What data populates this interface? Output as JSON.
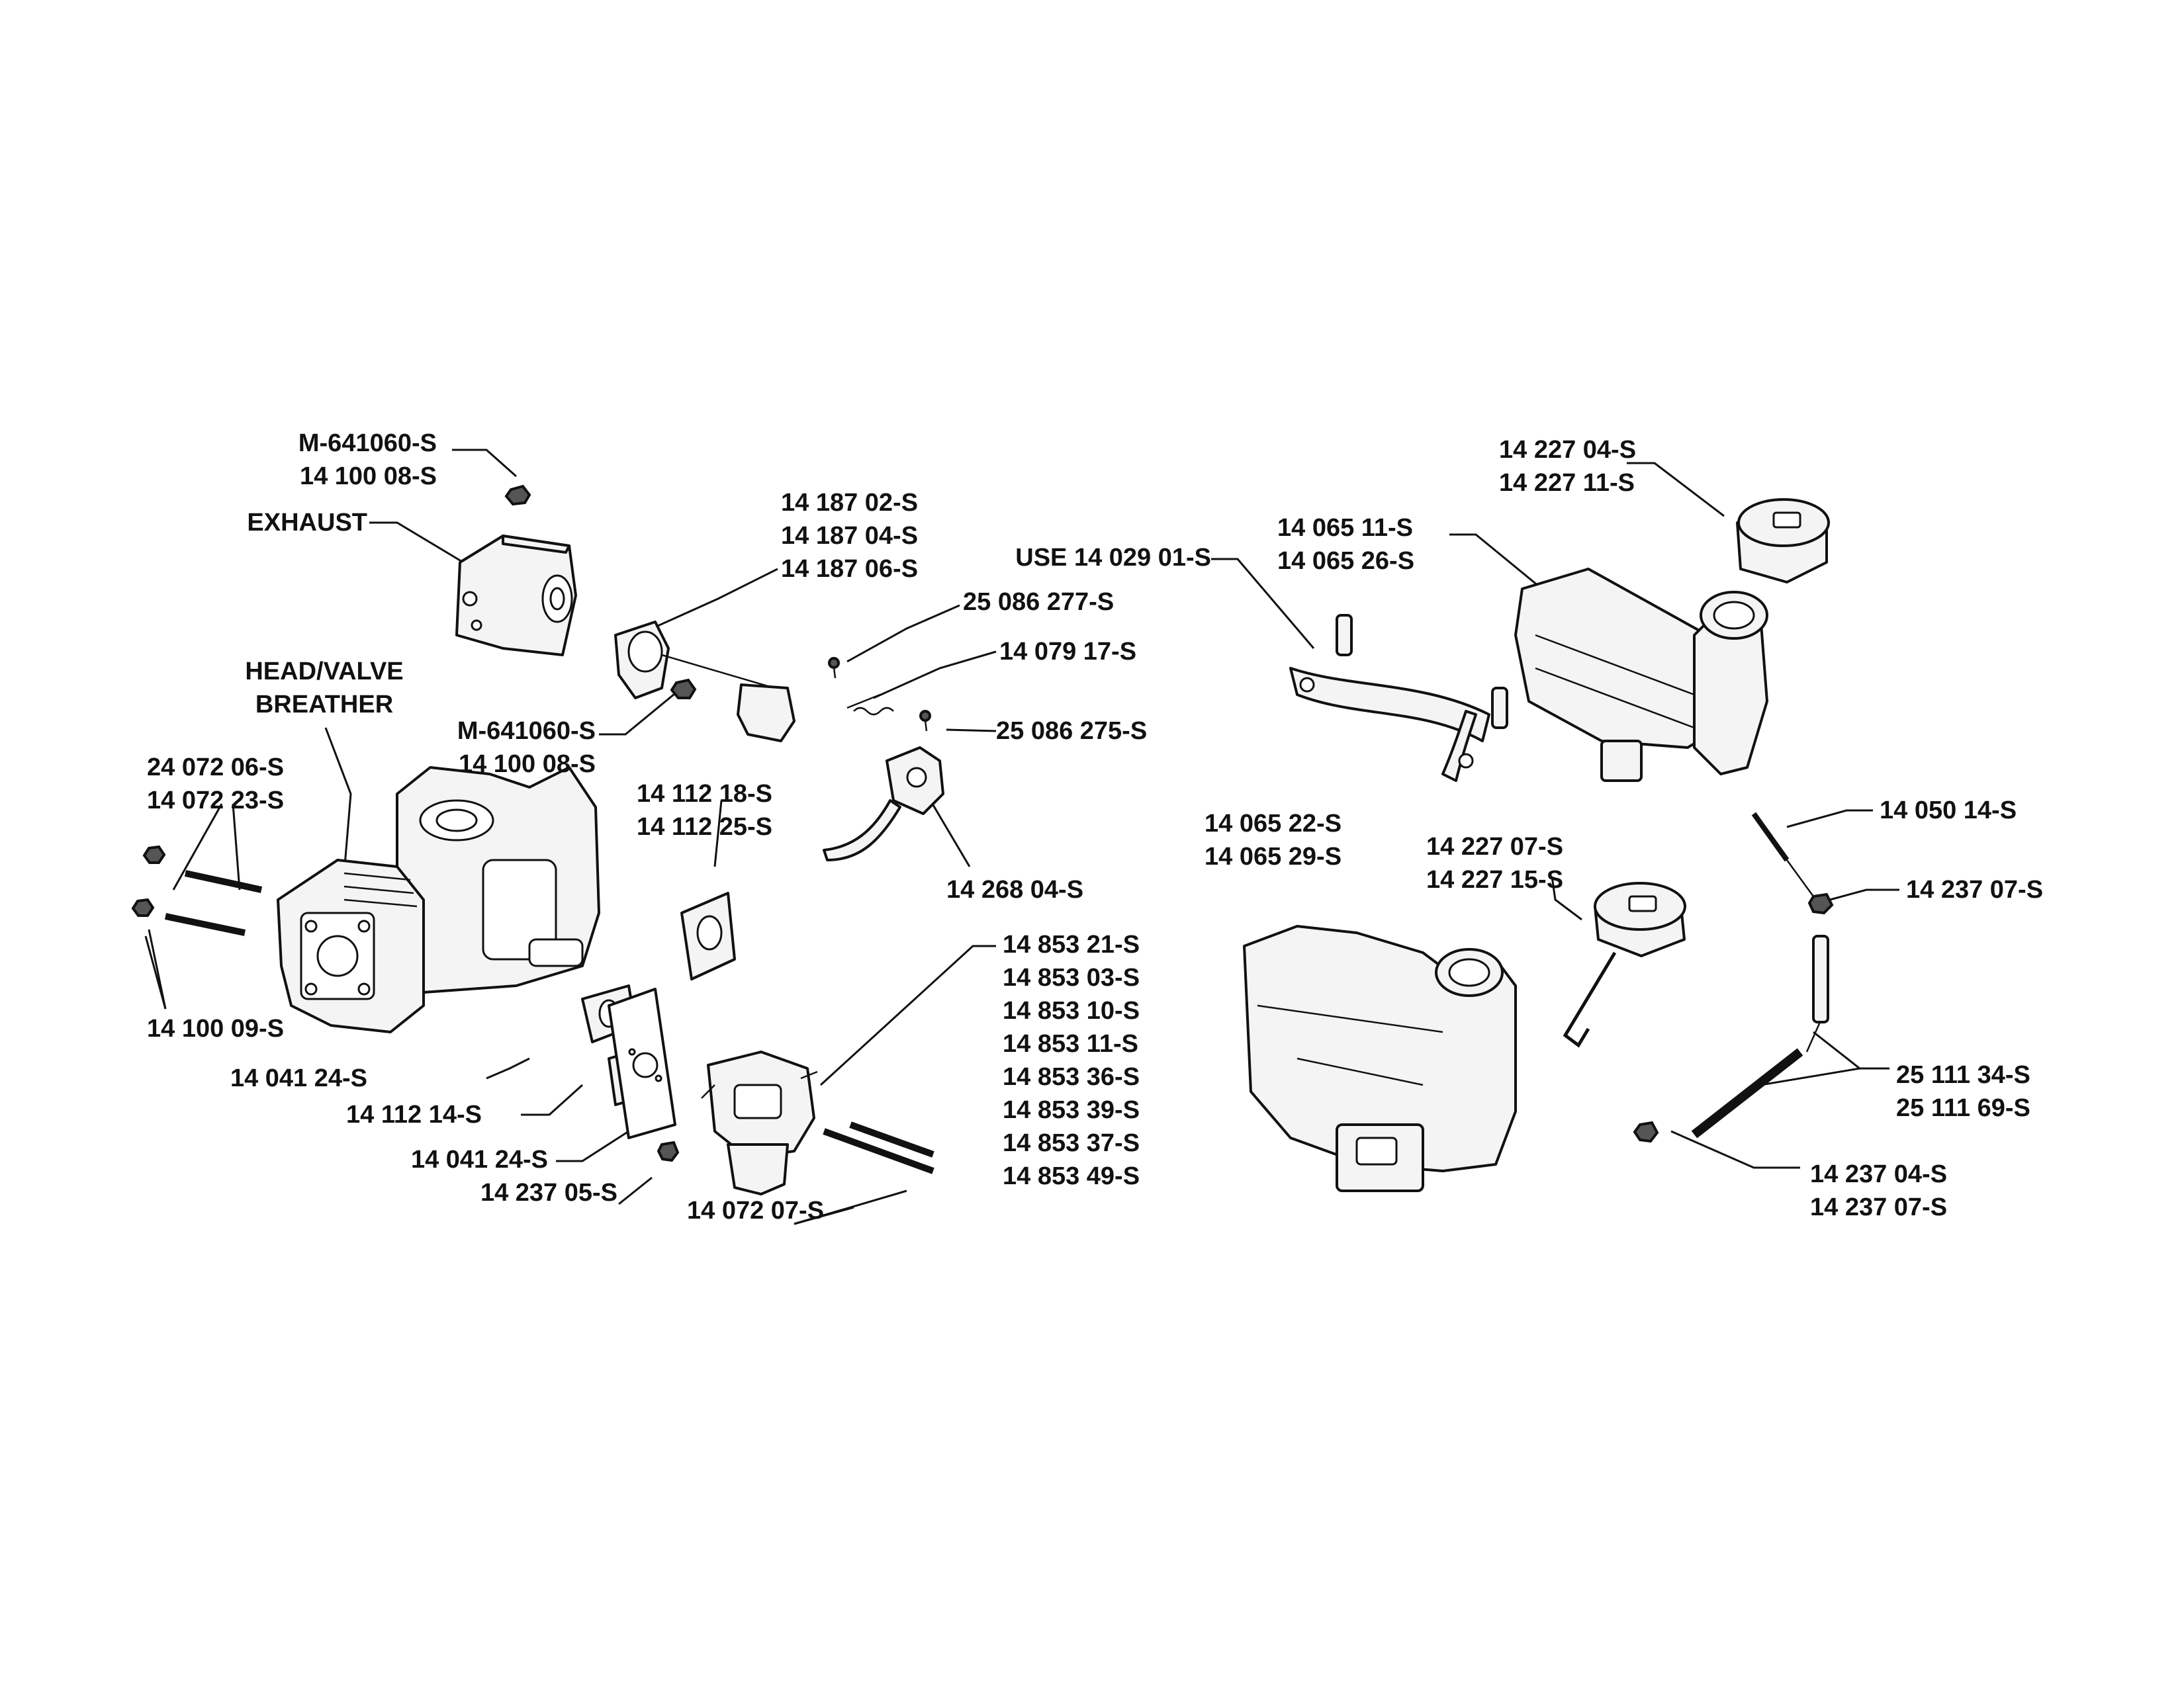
{
  "callouts": {
    "muffler_nut": [
      "M-641060-S",
      "14 100 08-S"
    ],
    "exhaust": [
      "EXHAUST"
    ],
    "head_valve_breather": [
      "HEAD/VALVE",
      "BREATHER"
    ],
    "studs": [
      "24 072 06-S",
      "14 072 23-S"
    ],
    "stud_nuts": [
      "14 100 09-S"
    ],
    "head_nut": [
      "M-641060-S",
      "14 100 08-S"
    ],
    "governor": [
      "14 187 02-S",
      "14 187 04-S",
      "14 187 06-S"
    ],
    "screw_277": [
      "25 086 277-S"
    ],
    "link_spring": [
      "14 079 17-S"
    ],
    "screw_275": [
      "25 086 275-S"
    ],
    "spacer": [
      "14 112 18-S",
      "14 112 25-S"
    ],
    "choke_bracket": [
      "14 268 04-S"
    ],
    "gasket_upper": [
      "14 041 24-S"
    ],
    "insulator": [
      "14 112 14-S"
    ],
    "gasket_lower": [
      "14 041 24-S"
    ],
    "clamp_small": [
      "14 237 05-S"
    ],
    "carb_studs": [
      "14 072 07-S"
    ],
    "carburetor": [
      "14 853 21-S",
      "14 853 03-S",
      "14 853 10-S",
      "14 853 11-S",
      "14 853 36-S",
      "14 853 39-S",
      "14 853 37-S",
      "14 853 49-S"
    ],
    "tank_bracket": [
      "USE 14 029 01-S"
    ],
    "tank_upper": [
      "14 065 11-S",
      "14 065 26-S"
    ],
    "cap_upper": [
      "14 227 04-S",
      "14 227 11-S"
    ],
    "filter": [
      "14 050 14-S"
    ],
    "clamp_upper": [
      "14 237 07-S"
    ],
    "tank_lower": [
      "14 065 22-S",
      "14 065 29-S"
    ],
    "cap_lower": [
      "14 227 07-S",
      "14 227 15-S"
    ],
    "fuel_line": [
      "25 111 34-S",
      "25 111 69-S"
    ],
    "clamp_lower": [
      "14 237 04-S",
      "14 237 07-S"
    ]
  }
}
